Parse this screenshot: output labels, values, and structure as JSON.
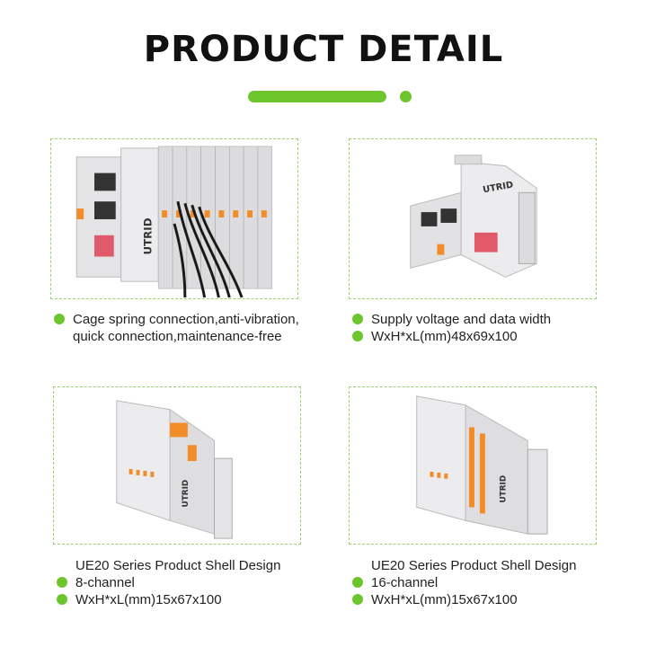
{
  "header": {
    "title": "PRODUCT DETAIL"
  },
  "colors": {
    "accent": "#6cc52c",
    "orange": "#f28c28",
    "module": "#e9e9eb"
  },
  "panels": [
    {
      "bullets": [
        {
          "line1": "Cage spring connection,anti-vibration,",
          "line2": "quick connection,maintenance-free"
        }
      ]
    },
    {
      "bullets": [
        {
          "line1": "Supply voltage and data width"
        },
        {
          "line1": "WxH*xL(mm)48x69x100"
        }
      ]
    },
    {
      "heading": "UE20 Series Product Shell Design",
      "bullets": [
        {
          "line1": "8-channel"
        },
        {
          "line1": "WxH*xL(mm)15x67x100"
        }
      ]
    },
    {
      "heading": "UE20 Series Product Shell Design",
      "bullets": [
        {
          "line1": "16-channel"
        },
        {
          "line1": "WxH*xL(mm)15x67x100"
        }
      ]
    }
  ],
  "brand": {
    "logo_text": "UTRID"
  }
}
